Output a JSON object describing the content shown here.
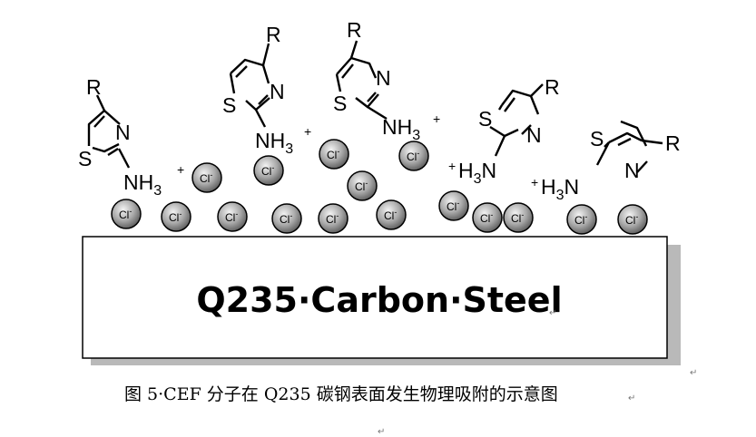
{
  "plate": {
    "label": "Q235·Carbon·Steel",
    "mark": "↵"
  },
  "caption": {
    "text": "图 5·CEF 分子在 Q235 碳钢表面发生物理吸附的示意图",
    "mark": "↵"
  },
  "stray_marks": {
    "right": "↵",
    "bottom": "↵"
  },
  "ions": {
    "label": "Cl",
    "charge": "-",
    "mark": "↵"
  },
  "molecules": [
    {
      "r": "R",
      "s": "S",
      "n": "N",
      "amine": "NH",
      "sub": "3",
      "charge": "+"
    },
    {
      "r": "R",
      "s": "S",
      "n": "N",
      "amine": "NH",
      "sub": "3",
      "charge": "+"
    },
    {
      "r": "R",
      "s": "S",
      "n": "N",
      "amine": "NH",
      "sub": "3",
      "charge": "+"
    },
    {
      "r": "R",
      "s": "S",
      "n": "N",
      "amine": "H",
      "sub": "3",
      "amine_n": "N",
      "charge": "+"
    },
    {
      "r": "R",
      "s": "S",
      "n": "N",
      "amine": "H",
      "sub": "3",
      "amine_n": "N",
      "charge": "+"
    }
  ],
  "colors": {
    "plate_shadow": "#b9b9b9",
    "ion_light": "#f4f4f4",
    "ion_dark": "#555555"
  }
}
